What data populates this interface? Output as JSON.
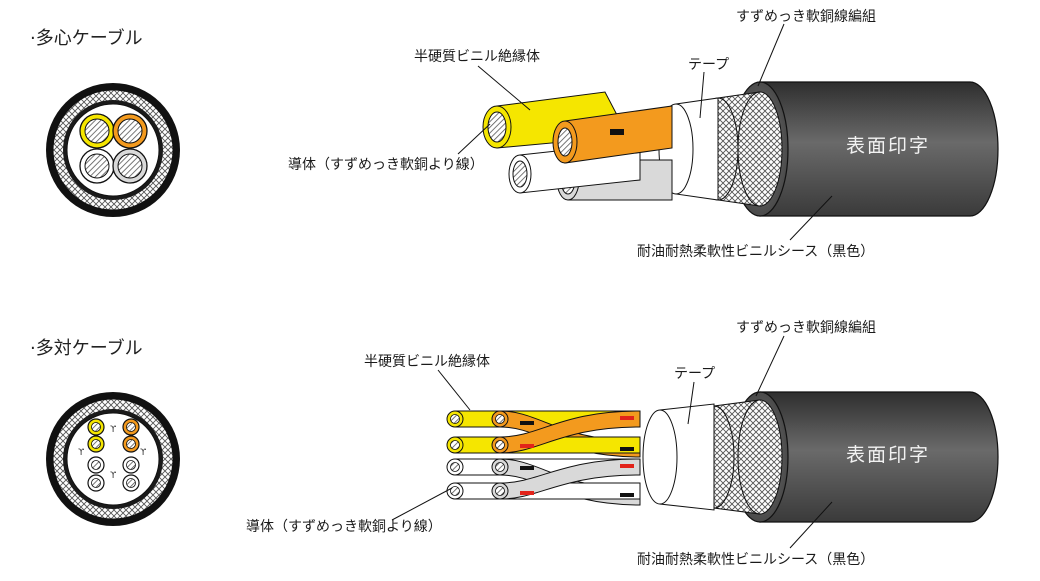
{
  "sections": [
    {
      "title": "·多心ケーブル",
      "labels": {
        "braid": "すずめっき軟銅線編組",
        "insulation": "半硬質ビニル絶縁体",
        "tape": "テープ",
        "conductor": "導体（すずめっき軟銅より線）",
        "sheath": "耐油耐熱柔軟性ビニルシース（黒色）",
        "surface_print": "表面印字"
      }
    },
    {
      "title": "·多対ケーブル",
      "labels": {
        "braid": "すずめっき軟銅線編組",
        "insulation": "半硬質ビニル絶縁体",
        "tape": "テープ",
        "conductor": "導体（すずめっき軟銅より線）",
        "sheath": "耐油耐熱柔軟性ビニルシース（黒色）",
        "surface_print": "表面印字"
      }
    }
  ],
  "colors": {
    "sheath": "#555555",
    "insulation_yellow": "#f5e600",
    "insulation_orange": "#f39a1e",
    "insulation_white": "#ffffff",
    "insulation_gray": "#d9d9d9",
    "marker_black": "#111111",
    "marker_red": "#e2231a"
  }
}
